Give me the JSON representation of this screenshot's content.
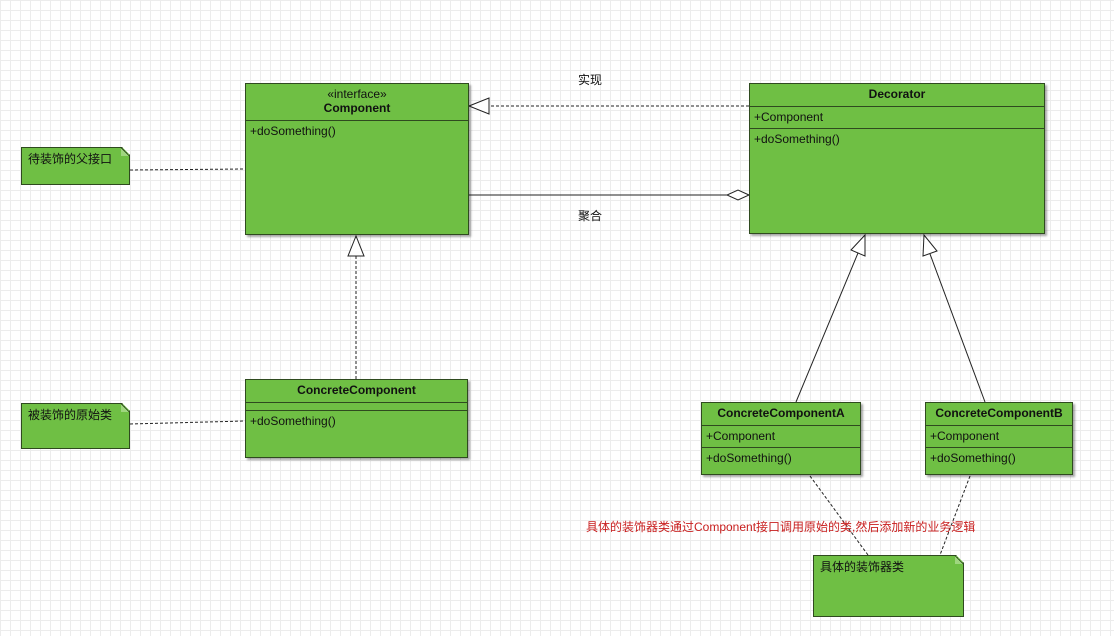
{
  "classes": {
    "component": {
      "stereotype": "«interface»",
      "name": "Component",
      "methods": [
        "+doSomething()"
      ]
    },
    "decorator": {
      "name": "Decorator",
      "fields": [
        "+Component"
      ],
      "methods": [
        "+doSomething()"
      ]
    },
    "concrete_component": {
      "name": "ConcreteComponent",
      "methods": [
        "+doSomething()"
      ]
    },
    "concrete_component_a": {
      "name": "ConcreteComponentA",
      "fields": [
        "+Component"
      ],
      "methods": [
        "+doSomething()"
      ]
    },
    "concrete_component_b": {
      "name": "ConcreteComponentB",
      "fields": [
        "+Component"
      ],
      "methods": [
        "+doSomething()"
      ]
    }
  },
  "notes": {
    "parent_interface": "待装饰的父接口",
    "original_class": "被装饰的原始类",
    "concrete_decorators": "具体的装饰器类"
  },
  "labels": {
    "implements": "实现",
    "aggregation": "聚合",
    "decorator_explanation": "具体的装饰器类通过Component接口调用原始的类,然后添加新的业务逻辑"
  },
  "colors": {
    "class_fill": "#6fbf44",
    "border": "#2f4a1f",
    "explanation_text": "#c81e1e"
  }
}
